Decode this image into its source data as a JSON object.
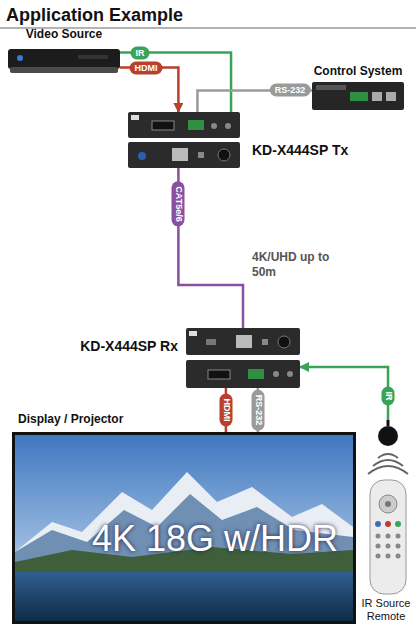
{
  "diagram": {
    "title": "Application Example",
    "nodes": [
      {
        "text": [
          "Video Source"
        ]
      },
      {
        "text": [
          "Control System"
        ]
      },
      {
        "text": [
          "KD-X444SP Tx"
        ]
      },
      {
        "text": [
          "KD-X444SP Rx"
        ]
      },
      {
        "text": [
          "Display / Projector",
          "4K 18G w/HDR"
        ]
      },
      {
        "text": [
          "IR Source Remote"
        ]
      }
    ],
    "edges": [
      {
        "from": 0,
        "to": 2,
        "label": "HDMI",
        "arrow": "to"
      },
      {
        "from": 2,
        "to": 0,
        "label": "IR",
        "arrow": "none"
      },
      {
        "from": 1,
        "to": 2,
        "label": "RS-232",
        "arrow": "none"
      },
      {
        "from": 2,
        "to": 3,
        "label": "CAT5e/6",
        "arrow": "none"
      },
      {
        "from": 3,
        "to": 4,
        "label": "HDMI",
        "arrow": "none"
      },
      {
        "from": 3,
        "to": 4,
        "label": "RS-232",
        "arrow": "none"
      },
      {
        "from": 5,
        "to": 3,
        "label": "IR",
        "arrow": "to"
      }
    ],
    "labels": [
      "4K/UHD up to 50m"
    ]
  }
}
